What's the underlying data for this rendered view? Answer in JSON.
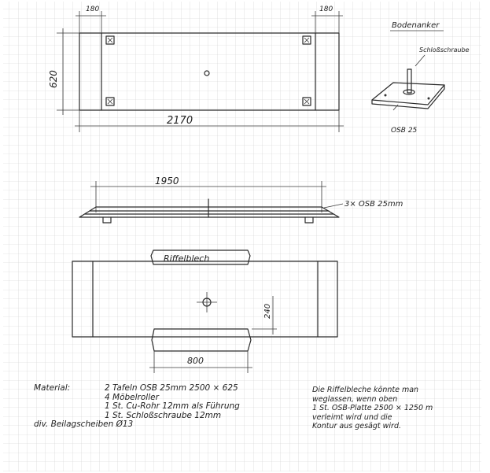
{
  "drawing": {
    "top_view": {
      "dims": {
        "left_end": "180",
        "right_end": "180",
        "height": "620",
        "length": "2170"
      }
    },
    "detail": {
      "title": "Bodenanker",
      "bolt_label": "Schloßschraube",
      "plate_label": "OSB 25"
    },
    "side_view": {
      "length": "1950",
      "layers": "3× OSB 25mm"
    },
    "bottom_view": {
      "plate_label": "Riffelblech",
      "width": "800",
      "depth": "240"
    },
    "material": {
      "heading": "Material:",
      "lines": [
        "2 Tafeln OSB 25mm  2500 × 625",
        "4 Möbelroller",
        "1 St. Cu-Rohr 12mm als Führung",
        "1 St. Schloßschraube 12mm",
        "div. Beilagscheiben Ø13"
      ]
    },
    "note": {
      "lines": [
        "Die Riffelbleche könnte man",
        "weglassen, wenn oben",
        "1 St. OSB-Platte 2500 × 1250 m",
        "verleimt wird und die",
        "Kontur aus gesägt wird."
      ]
    }
  },
  "colors": {
    "grid": "#c9c9c9",
    "ink": "#222222",
    "paper": "#ffffff"
  }
}
